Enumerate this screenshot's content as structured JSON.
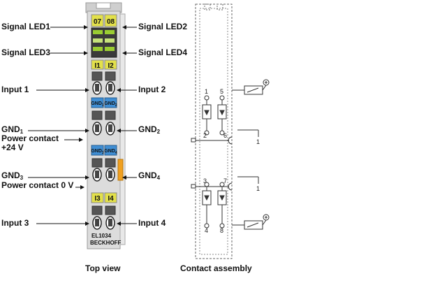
{
  "labels": {
    "signal_led1": "Signal LED1",
    "signal_led2": "Signal LED2",
    "signal_led3": "Signal LED3",
    "signal_led4": "Signal LED4",
    "input1": "Input 1",
    "input2": "Input 2",
    "gnd1": "GND",
    "gnd1_sub": "1",
    "power_contact_24v_line1": "Power contact",
    "power_contact_24v_line2": "+24 V",
    "gnd2": "GND",
    "gnd2_sub": "2",
    "gnd3": "GND",
    "gnd3_sub": "3",
    "power_contact_0v": "Power contact 0 V",
    "gnd4": "GND",
    "gnd4_sub": "4",
    "input3": "Input 3",
    "input4": "Input 4",
    "top_view": "Top view",
    "contact_assembly": "Contact assembly"
  },
  "terminal": {
    "led_top_left": "07",
    "led_top_right": "08",
    "input_1": "I1",
    "input_2": "I2",
    "gnd_1": "GND",
    "gnd_1_sub": "1",
    "gnd_2": "GND",
    "gnd_2_sub": "2",
    "gnd_3": "GND",
    "gnd_3_sub": "3",
    "gnd_4": "GND",
    "gnd_4_sub": "4",
    "input_3": "I3",
    "input_4": "I4",
    "model": "EL1034",
    "brand": "BECKHOFF"
  },
  "contacts": {
    "pins": [
      "1",
      "5",
      "2",
      "6",
      "3",
      "7",
      "4",
      "8"
    ],
    "bus_label_top": "1",
    "bus_label_bottom": "1"
  },
  "colors": {
    "terminal_body": "#dcdcdc",
    "label_yellow": "#e3e14a",
    "label_blue": "#3f8ed4",
    "orange_tab": "#f0a020",
    "wire": "#333333",
    "dashed_outline": "#666666"
  }
}
